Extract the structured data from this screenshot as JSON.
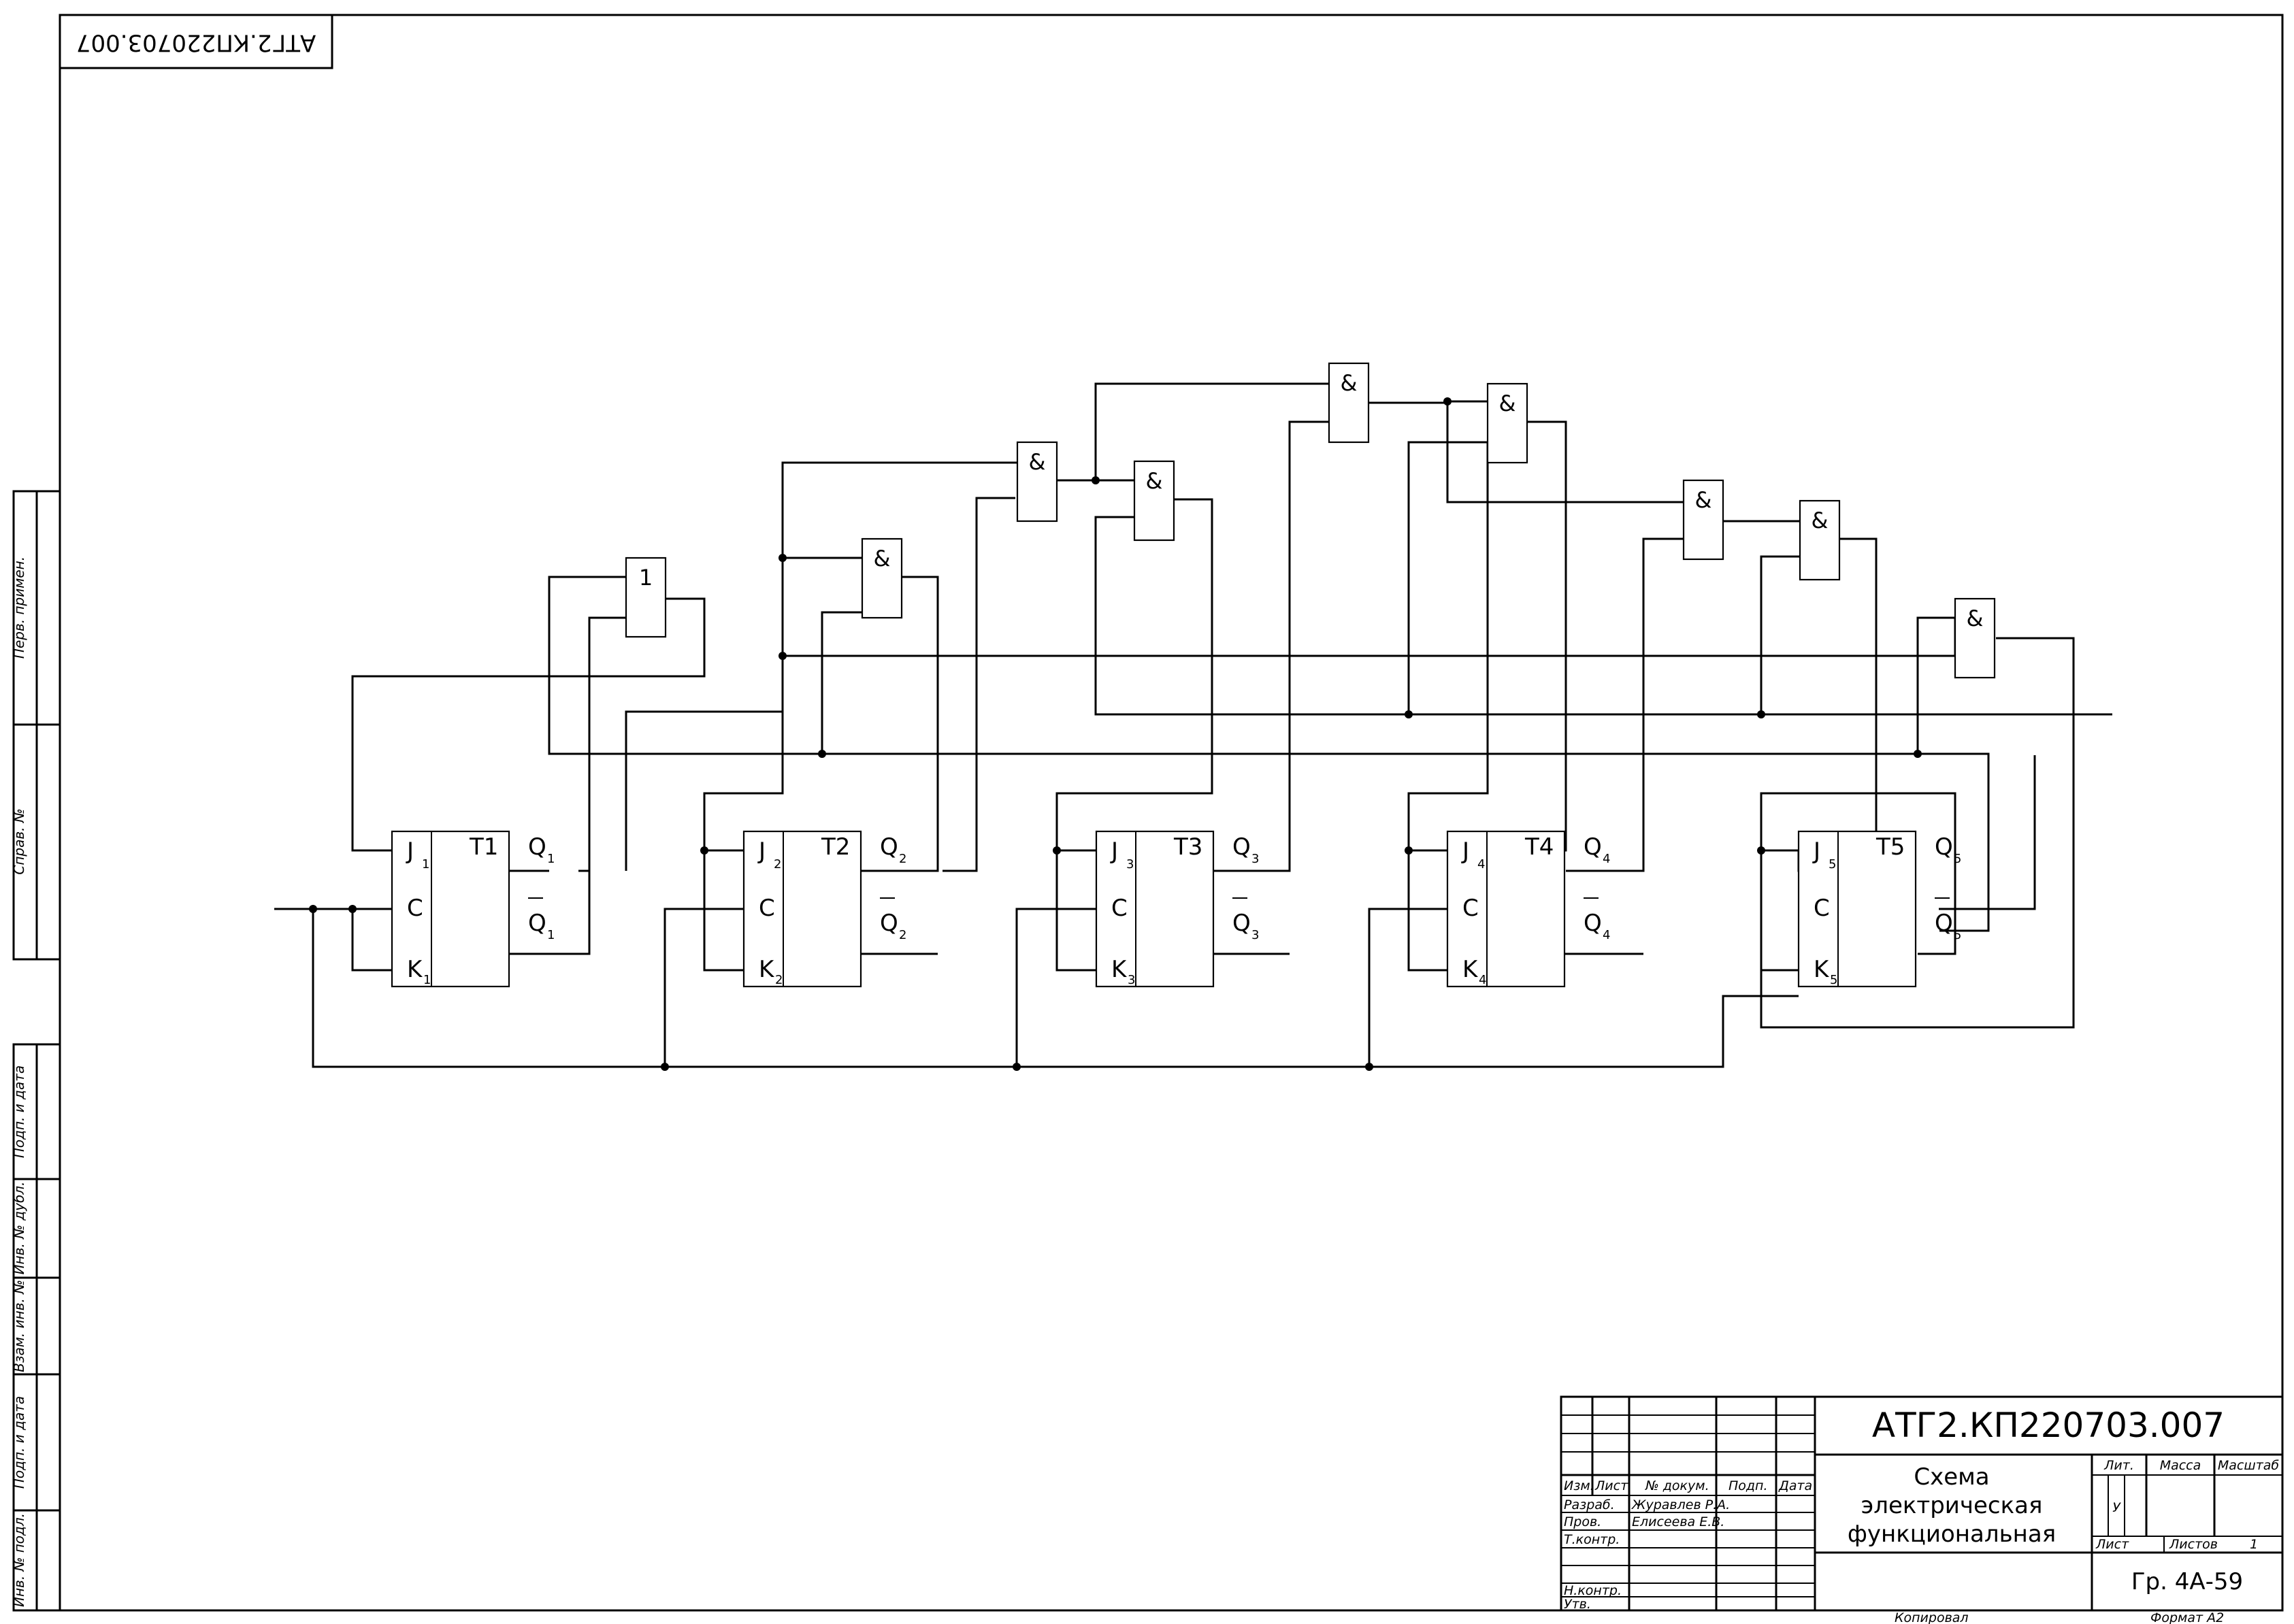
{
  "stamp_top": "АТГ2.КП220703.007",
  "side_labels": [
    "Перв. примен.",
    "Справ. №",
    "Подп. и дата",
    "Инв. № дубл.",
    "Взам. инв. №",
    "Подп. и дата",
    "Инв. № подл."
  ],
  "gates": {
    "or_symbol": "1",
    "and_symbol": "&"
  },
  "flipflops": [
    {
      "name": "T1",
      "j": "J",
      "c": "C",
      "k": "K",
      "idx": "1",
      "q": "Q",
      "q_bar": "Q"
    },
    {
      "name": "T2",
      "j": "J",
      "c": "C",
      "k": "K",
      "idx": "2",
      "q": "Q",
      "q_bar": "Q"
    },
    {
      "name": "T3",
      "j": "J",
      "c": "C",
      "k": "K",
      "idx": "3",
      "q": "Q",
      "q_bar": "Q"
    },
    {
      "name": "T4",
      "j": "J",
      "c": "C",
      "k": "K",
      "idx": "4",
      "q": "Q",
      "q_bar": "Q"
    },
    {
      "name": "T5",
      "j": "J",
      "c": "C",
      "k": "K",
      "idx": "5",
      "q": "Q",
      "q_bar": "Q"
    }
  ],
  "title_block": {
    "doc_code": "АТГ2.КП220703.007",
    "title_line1": "Схема",
    "title_line2": "электрическая",
    "title_line3": "функциональная",
    "col_izm": "Изм.",
    "col_list": "Лист",
    "col_ndoc": "№ докум.",
    "col_podp": "Подп.",
    "col_data": "Дата",
    "row_razrab": "Разраб.",
    "row_prov": "Пров.",
    "row_tkontr": "Т.контр.",
    "row_nkontr": "Н.контр.",
    "row_utv": "Утв.",
    "razrab_name": "Журавлев Р.А.",
    "prov_name": "Елисеева Е.В.",
    "lit": "Лит.",
    "massa": "Масса",
    "masshtab": "Масштаб",
    "lit_value": "У",
    "list_label": "Лист",
    "listov_label": "Листов",
    "listov_value": "1",
    "group": "Гр. 4А-59",
    "kopiroval": "Копировал",
    "format": "Формат А2"
  }
}
